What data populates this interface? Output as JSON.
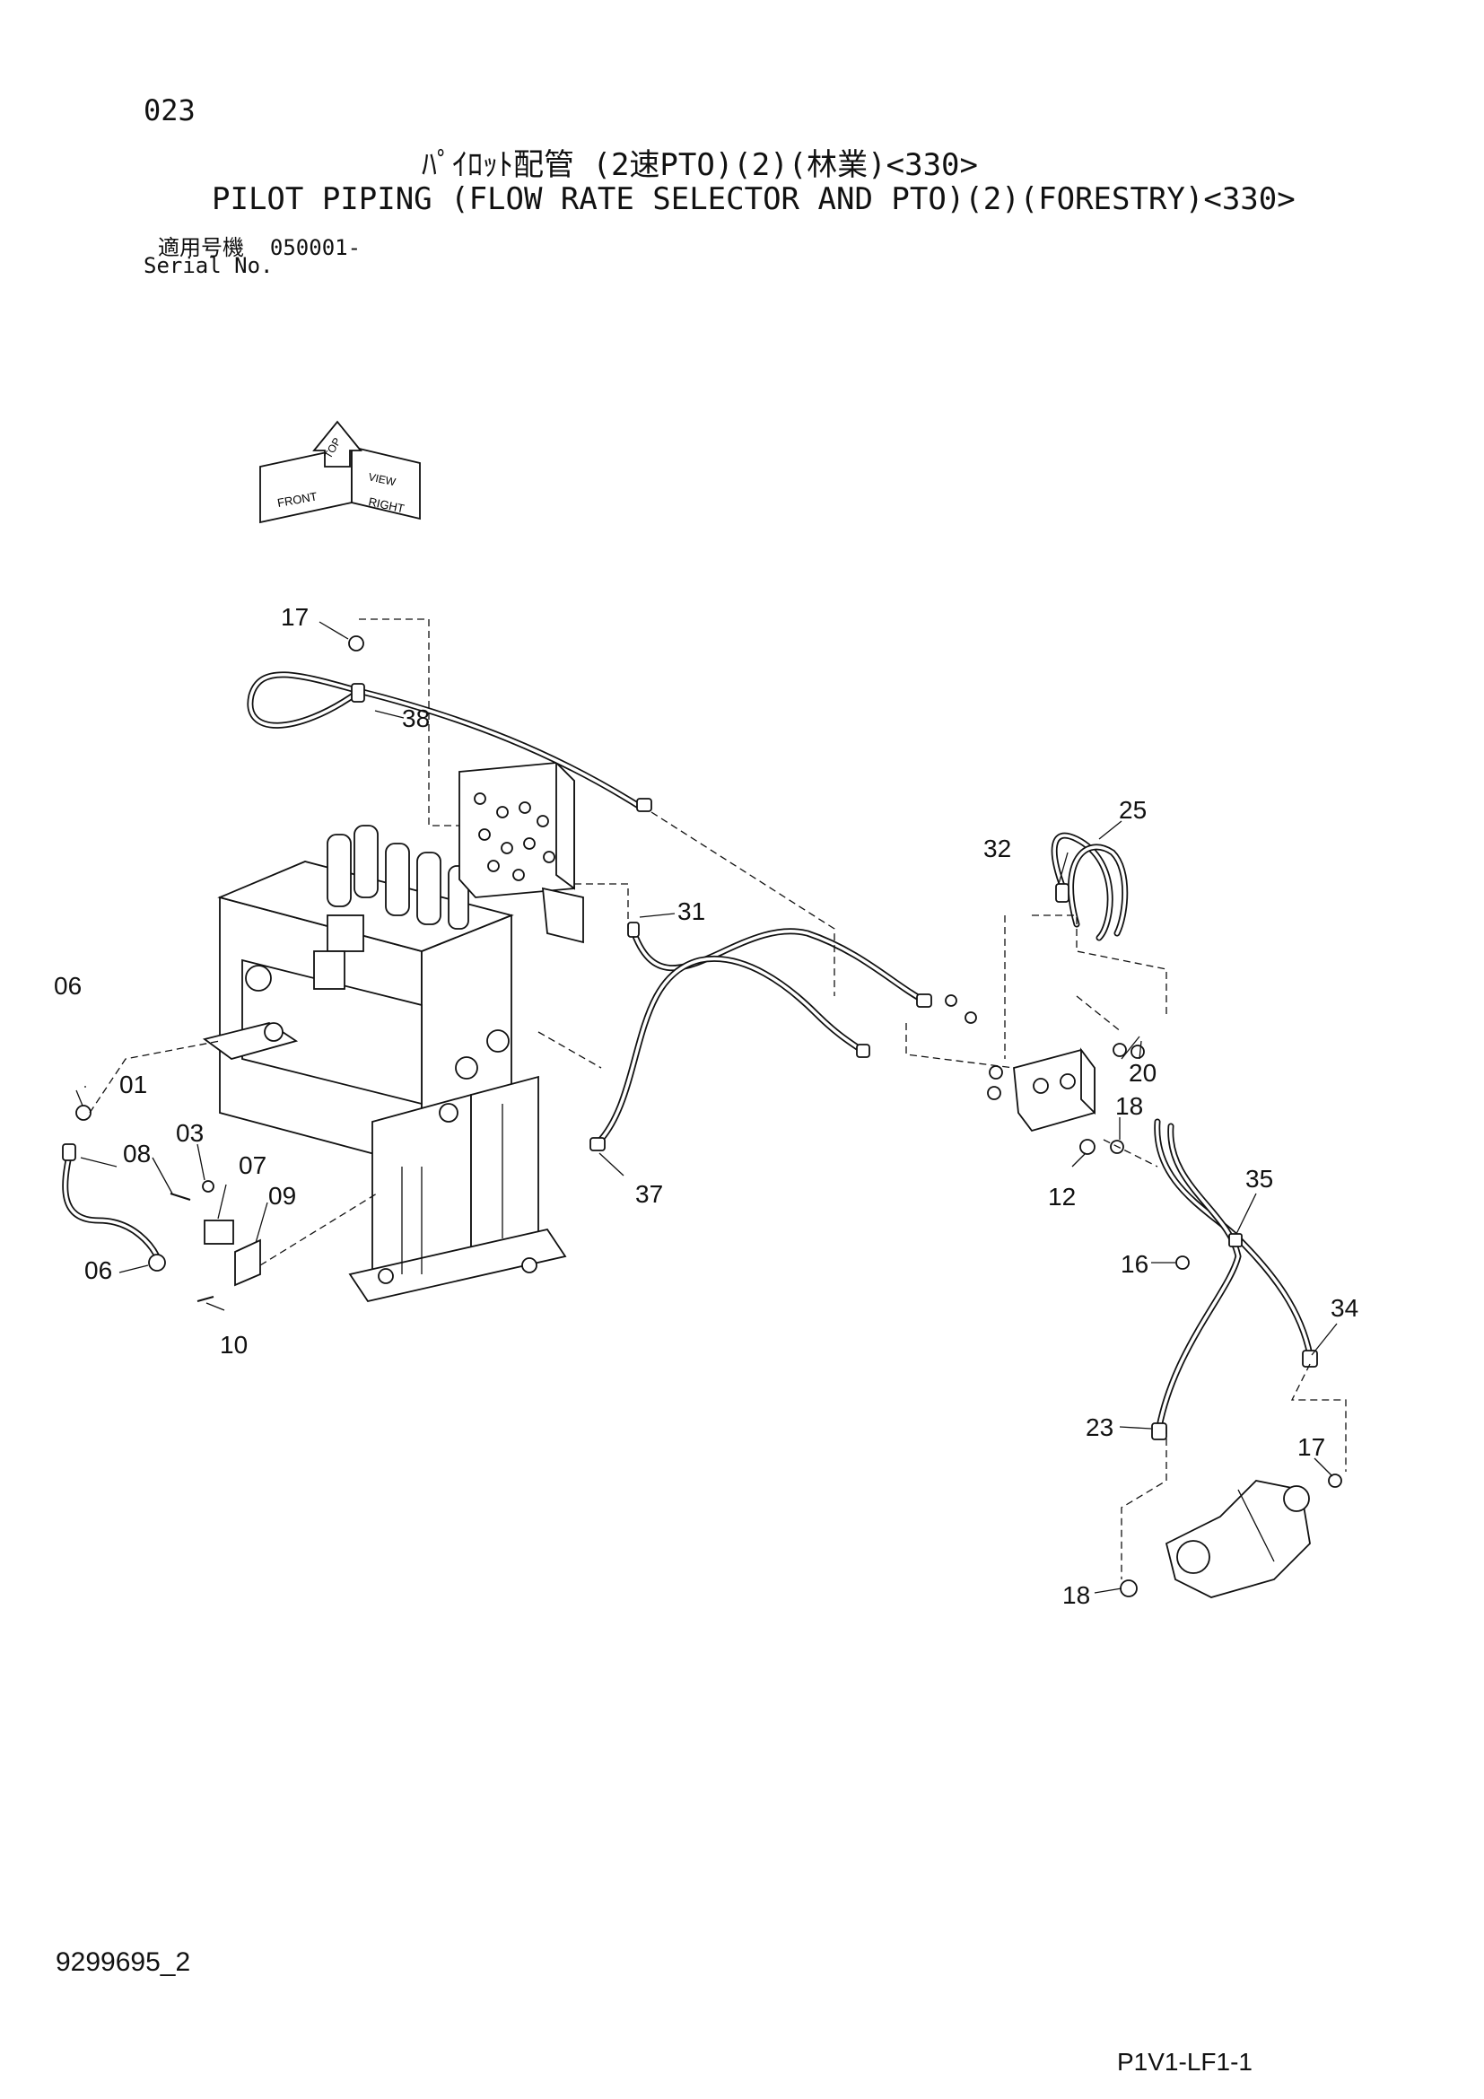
{
  "header": {
    "page_number": "023",
    "title_jp": "ﾊﾟｲﾛｯﾄ配管 (2速PTO)(2)(林業)<330>",
    "title_en": "PILOT PIPING (FLOW RATE SELECTOR AND PTO)(2)(FORESTRY)<330>",
    "serial_label_jp": "適用号機",
    "serial_value": "050001-",
    "serial_label_en": "Serial No."
  },
  "orientation_icon": {
    "labels": [
      "FRONT",
      "TOP",
      "RIGHT",
      "VIEW"
    ]
  },
  "callouts": [
    "01",
    "03",
    "06",
    "06",
    "07",
    "08",
    "09",
    "10",
    "12",
    "16",
    "17",
    "17",
    "18",
    "18",
    "20",
    "23",
    "25",
    "31",
    "32",
    "34",
    "35",
    "37",
    "38"
  ],
  "footer": {
    "doc_number": "9299695_2",
    "sheet_code": "P1V1-LF1-1"
  }
}
